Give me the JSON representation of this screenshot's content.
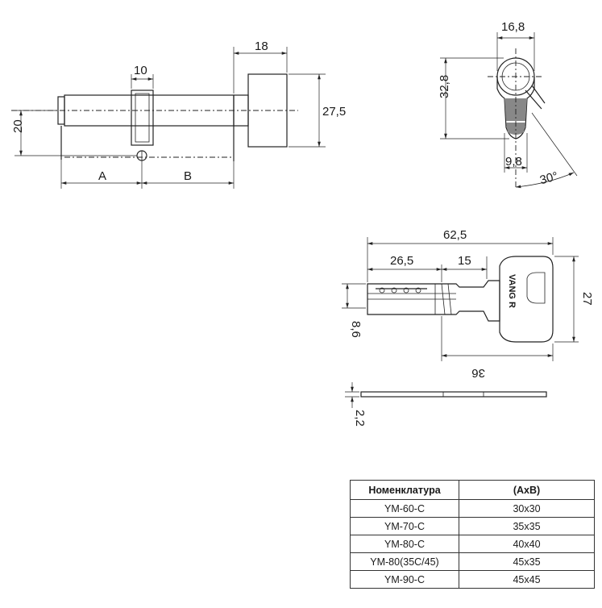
{
  "dimensions": {
    "side_view": {
      "knob_length": "18",
      "cam_width": "10",
      "height": "20",
      "knob_diameter": "27,5",
      "part_a": "A",
      "part_b": "B"
    },
    "profile_view": {
      "width": "16,8",
      "height": "32,8",
      "offset": "9,8",
      "cam_angle": "30°"
    },
    "key_view": {
      "total_length": "62,5",
      "blade_length": "26,5",
      "groove_length": "15",
      "bow_width": "27",
      "blade_height": "8,6",
      "head_length": "36",
      "thickness": "2,2",
      "brand": "VANG R"
    }
  },
  "table": {
    "headers": [
      "Номенклатура",
      "(AxB)"
    ],
    "rows": [
      [
        "YM-60-C",
        "30x30"
      ],
      [
        "YM-70-C",
        "35x35"
      ],
      [
        "YM-80-C",
        "40x40"
      ],
      [
        "YM-80(35C/45)",
        "45x35"
      ],
      [
        "YM-90-C",
        "45x45"
      ]
    ]
  }
}
